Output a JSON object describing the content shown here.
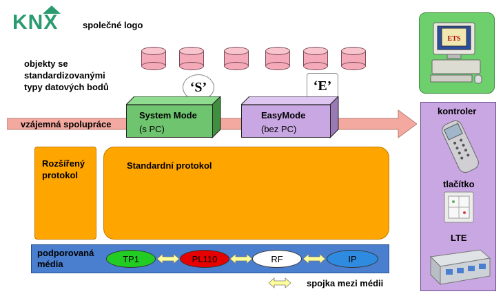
{
  "logo": {
    "text": "KNX",
    "caption": "společné logo"
  },
  "objects_label": [
    "objekty se",
    "standardizovanými",
    "typy datových bodů"
  ],
  "badges": {
    "s": "‘S’",
    "e": "‘E’"
  },
  "arrow_label": "vzájemná spolupráce",
  "system_mode": {
    "line1": "System Mode",
    "line2": "(s PC)"
  },
  "easy_mode": {
    "line1": "EasyMode",
    "line2": "(bez PC)"
  },
  "extended_protocol": [
    "Rozšířený",
    "protokol"
  ],
  "standard_protocol": "Standardní protokol",
  "media_label": [
    "podporovaná",
    "média"
  ],
  "media": [
    {
      "label": "TP1",
      "color": "#22cc22"
    },
    {
      "label": "PL110",
      "color": "#e60000"
    },
    {
      "label": "RF",
      "color": "#ffffff"
    },
    {
      "label": "IP",
      "color": "#2e8be0"
    }
  ],
  "coupler_label": "spojka mezi médii",
  "right_panel": {
    "controller": "kontroler",
    "button": "tlačítko",
    "lte": "LTE",
    "ets": "ETS"
  },
  "colors": {
    "arrow": "#f4a9a0",
    "system_mode": "#6fc46f",
    "easy_mode": "#c9a7e2",
    "protocol": "#ffa500",
    "media_bar": "#4a7fcf",
    "green_frame": "#6dd06d"
  }
}
